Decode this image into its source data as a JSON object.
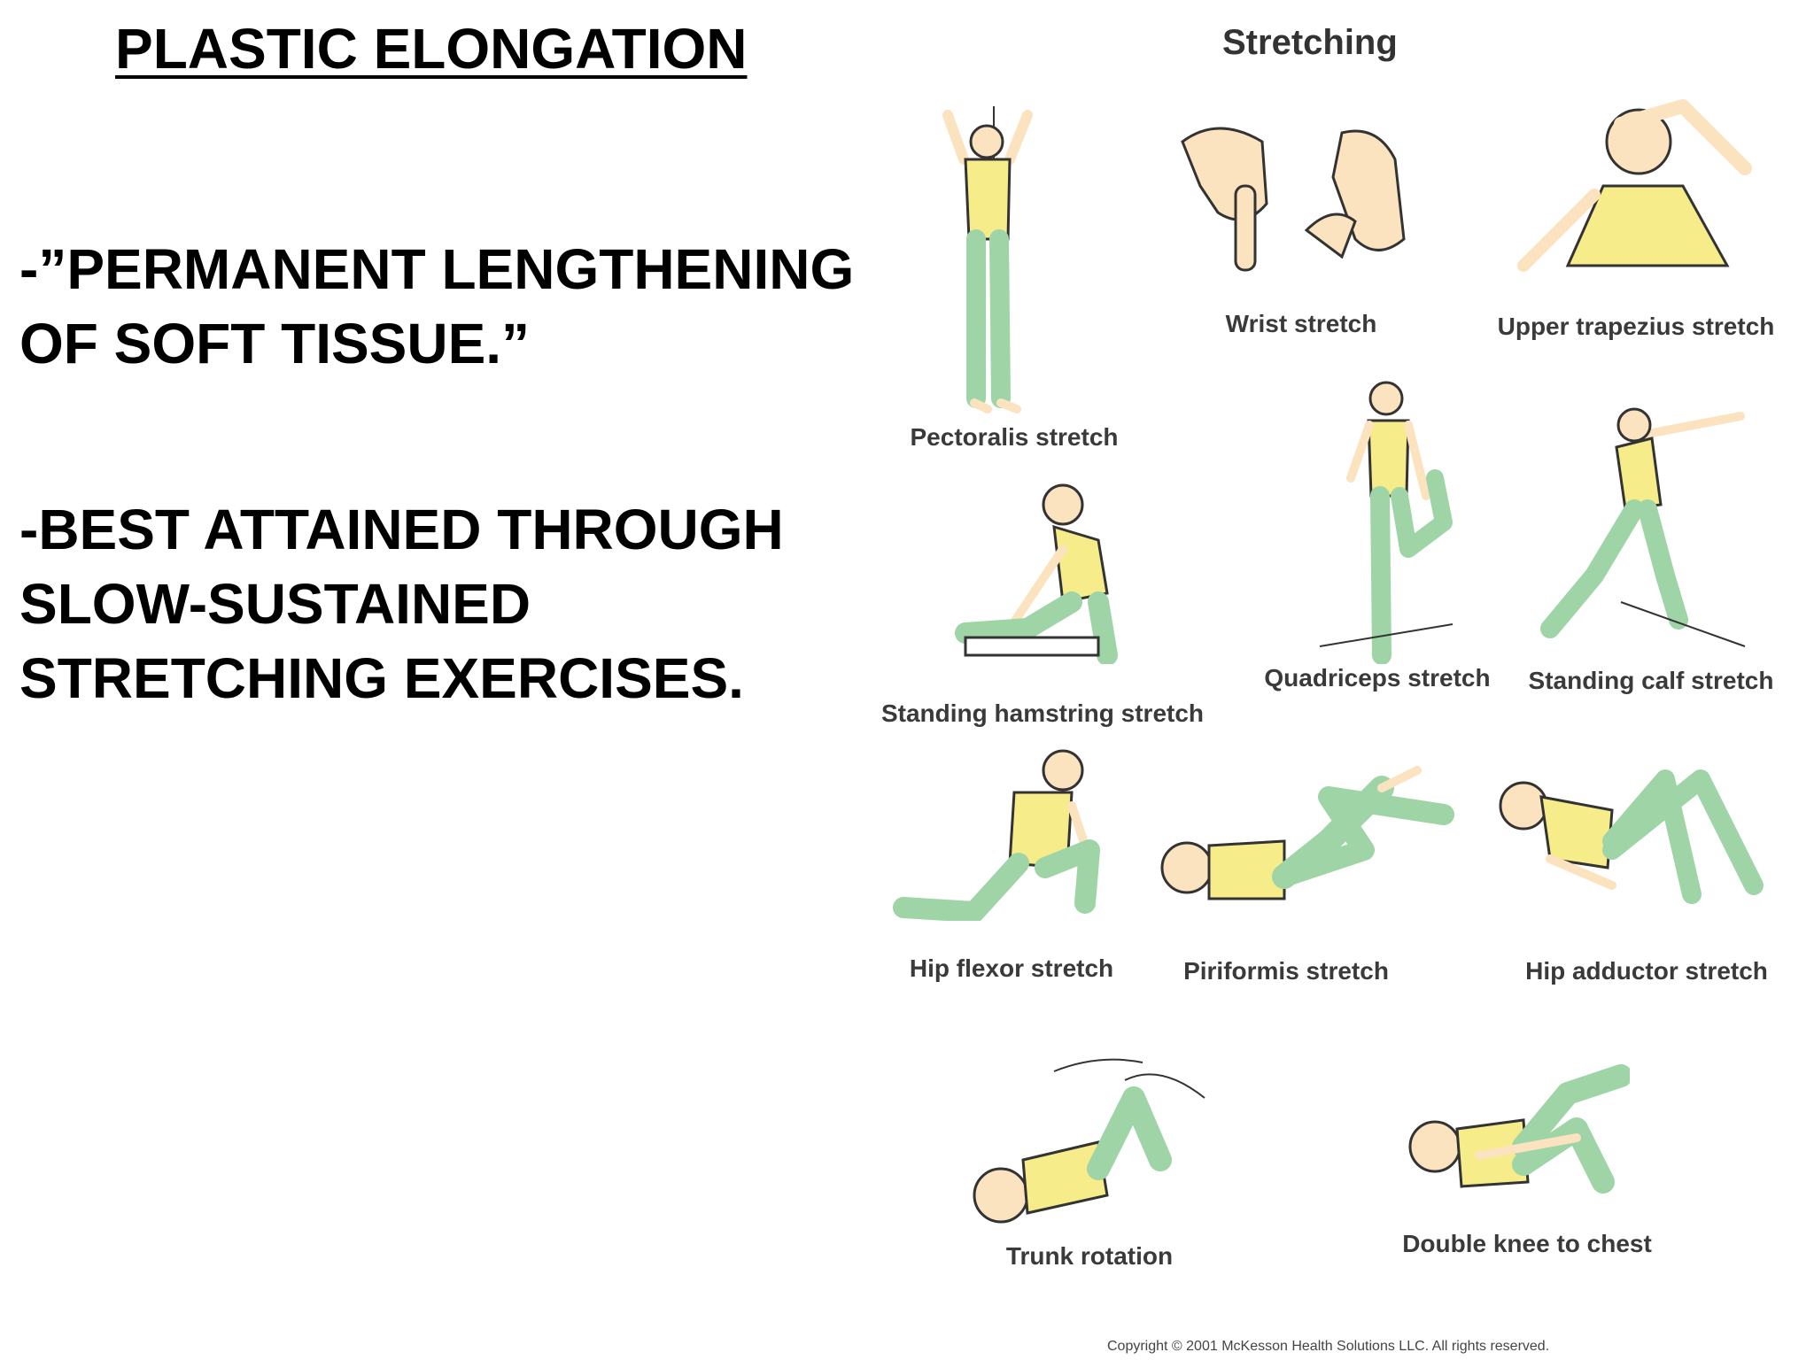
{
  "slide": {
    "title": "PLASTIC ELONGATION",
    "bullets": [
      "-”PERMANENT LENGTHENING OF SOFT TISSUE.”",
      "-BEST ATTAINED THROUGH SLOW-SUSTAINED STRETCHING EXERCISES."
    ]
  },
  "figure": {
    "title": "Stretching",
    "colors": {
      "shirt": "#f7ec8a",
      "pants": "#9fd5a6",
      "skin": "#fbe3bf",
      "outline": "#333333"
    },
    "exercises": [
      {
        "label": "Pectoralis stretch",
        "illustration": "standing-figure-arms-raised-at-wall"
      },
      {
        "label": "Wrist stretch",
        "illustration": "hands-pulling-fingers-back"
      },
      {
        "label": "Upper trapezius stretch",
        "illustration": "head-tilt-with-hand-on-head"
      },
      {
        "label": "Quadriceps stretch",
        "illustration": "standing-figure-holding-foot-behind"
      },
      {
        "label": "Standing calf stretch",
        "illustration": "lunge-against-wall"
      },
      {
        "label": "Standing hamstring stretch",
        "illustration": "seated-reach-with-leg-on-box"
      },
      {
        "label": "Hip flexor stretch",
        "illustration": "kneeling-lunge"
      },
      {
        "label": "Piriformis stretch",
        "illustration": "lying-figure-leg-crossed"
      },
      {
        "label": "Hip adductor stretch",
        "illustration": "lying-figure-knees-bent-apart"
      },
      {
        "label": "Trunk rotation",
        "illustration": "lying-figure-knees-rotating"
      },
      {
        "label": "Double knee to chest",
        "illustration": "lying-figure-hugging-knees"
      }
    ],
    "copyright": "Copyright © 2001 McKesson Health Solutions LLC.  All rights reserved."
  }
}
